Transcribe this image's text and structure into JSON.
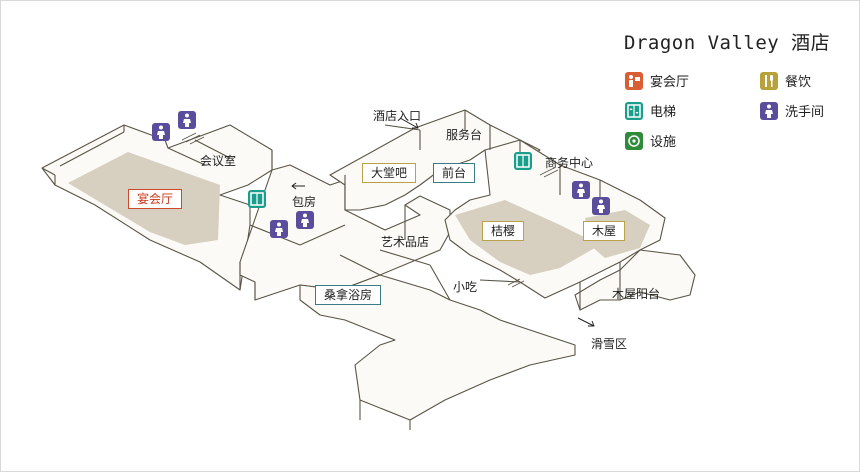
{
  "title": "Dragon Valley 酒店",
  "legend": [
    {
      "label": "宴会厅",
      "icon": "banquet-icon",
      "color": "#d75f33"
    },
    {
      "label": "餐饮",
      "icon": "dining-icon",
      "color": "#b8a03a"
    },
    {
      "label": "电梯",
      "icon": "elevator-icon",
      "color": "#1a9e8b"
    },
    {
      "label": "洗手间",
      "icon": "restroom-icon",
      "color": "#5a4e9c"
    },
    {
      "label": "设施",
      "icon": "facility-icon",
      "color": "#2e8b3a"
    }
  ],
  "labels": {
    "hotel_entrance": "酒店入口",
    "service_desk": "服务台",
    "meeting_room": "会议室",
    "business_center": "商务中心",
    "private_room": "包房",
    "art_shop": "艺术品店",
    "snack": "小吃",
    "cabin_terrace": "木屋阳台",
    "ski_area": "滑雪区"
  },
  "boxes": {
    "banquet_hall": "宴会厅",
    "lobby_bar": "大堂吧",
    "front_desk": "前台",
    "orange_house": "桔樱",
    "cabin": "木屋",
    "sauna": "桑拿浴房"
  }
}
